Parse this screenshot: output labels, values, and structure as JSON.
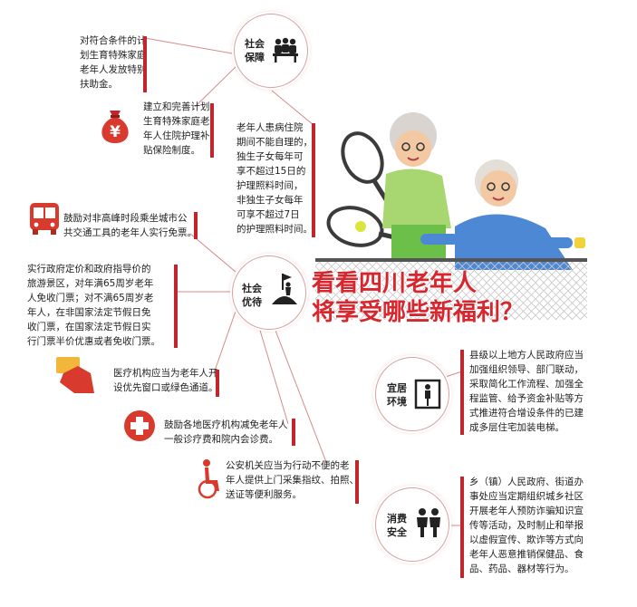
{
  "title": {
    "line1": "看看四川老年人",
    "line2": "将享受哪些新福利？"
  },
  "categories": {
    "social_security": "社会\n保障",
    "social_preferential": "社会\n优待",
    "livable_environment": "宜居\n环境",
    "consumer_safety": "消费\n安全"
  },
  "items": {
    "special_family_subsidy": "对符合条件的计\n划生育特殊家庭\n老年人发放特别\n扶助金。",
    "hospital_insurance": "建立和完善计划\n生育特殊家庭老\n年人住院护理补\n贴保险制度。",
    "nursing_leave": "老年人患病住院\n期间不能自理的，\n独生子女每年可\n享不超过15日的\n护理照料时间，\n非独生子女每年\n可享不超过7日\n的护理照料时间。",
    "free_bus": "鼓励对非高峰时段乘坐城市公\n共交通工具的老年人实行免票。",
    "scenic_tickets": "实行政府定价和政府指导价的\n旅游景区，对年满65周岁老年\n人免收门票；对不满65周岁老\n年人，在非国家法定节假日免\n收门票，在国家法定节假日实\n行门票半价优惠或者免收门票。",
    "priority_window": "医疗机构应当为老年人开\n设优先窗口或绿色通道。",
    "free_clinic": "鼓励各地医疗机构减免老年人\n一般诊疗费和院内会诊费。",
    "police_service": "公安机关应当为行动不便的老\n年人提供上门采集指纹、拍照、\n送证等便利服务。",
    "elevator": "县级以上地方人民政府应当\n加强组织领导、部门联动，\n采取简化工作流程、加强全\n程监管、给予资金补贴等方\n式推进符合增设条件的已建\n成多层住宅加装电梯。",
    "anti_fraud": "乡（镇）人民政府、街道办\n事处应当定期组织城乡社区\n开展老年人预防诈骗知识宣\n传等活动，及时制止和举报\n以虚假宣传、欺诈等方式向\n老年人恶意推销保健品、食\n品、药品、器材等行为。"
  },
  "icons": {
    "money_bag": "¥"
  },
  "colors": {
    "accent": "#c0272d",
    "title": "#d8262e",
    "line": "#d88a8a"
  }
}
